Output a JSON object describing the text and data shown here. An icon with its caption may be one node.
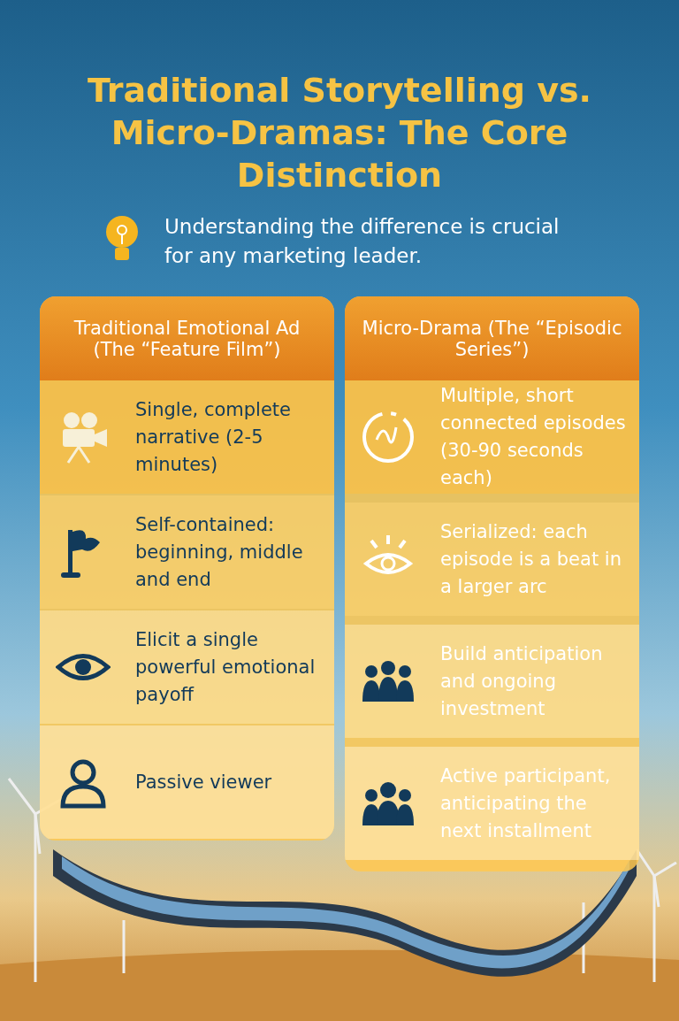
{
  "diagram": {
    "title": "Traditional Storytelling vs. Micro-Dramas: The Core Distinction",
    "labels": [
      "Understanding the difference is crucial for any marketing leader."
    ],
    "nodes": [
      {
        "text": [
          "Traditional Emotional Ad (The “Feature Film”)"
        ]
      },
      {
        "text": [
          "Single, complete narrative (2-5 minutes)"
        ],
        "in": 0
      },
      {
        "text": [
          "Self-contained: beginning, middle and end"
        ],
        "in": 0
      },
      {
        "text": [
          "Elicit a single powerful emotional payoff"
        ],
        "in": 0
      },
      {
        "text": [
          "Passive viewer"
        ],
        "in": 0
      },
      {
        "text": [
          "Micro-Drama (The “Episodic Series”)"
        ]
      },
      {
        "text": [
          "Multiple, short connected episodes (30-90 seconds each)"
        ],
        "in": 5
      },
      {
        "text": [
          "Serialized: each episode is a beat in a larger arc"
        ],
        "in": 5
      },
      {
        "text": [
          "Build anticipation and ongoing investment"
        ],
        "in": 5
      },
      {
        "text": [
          "Active participant, anticipating the next installment"
        ],
        "in": 5
      }
    ]
  }
}
